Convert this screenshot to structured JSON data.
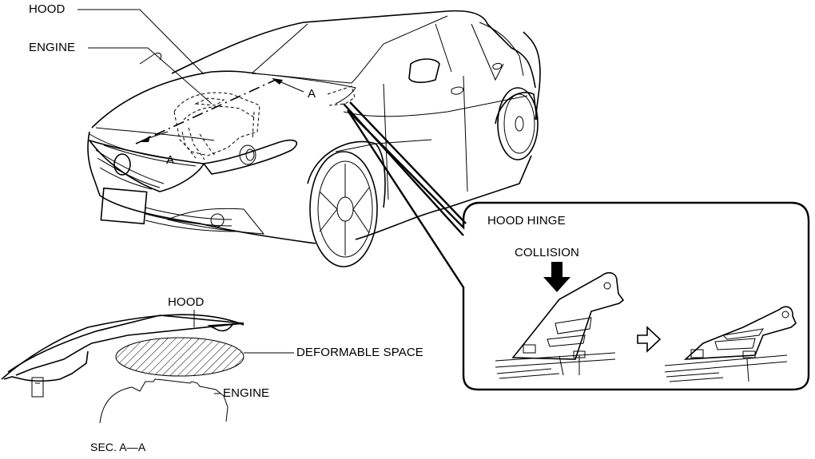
{
  "diagram": {
    "car_view": {
      "labels": {
        "hood": "HOOD",
        "engine": "ENGINE",
        "section_mark_front": "A",
        "section_mark_rear": "A"
      }
    },
    "hood_hinge_callout": {
      "title": "HOOD HINGE",
      "collision_label": "COLLISION",
      "states": [
        "before-collision",
        "after-collision"
      ]
    },
    "section_view": {
      "labels": {
        "hood": "HOOD",
        "deformable_space": "DEFORMABLE SPACE",
        "engine": "ENGINE",
        "caption": "SEC. A—A"
      }
    }
  }
}
